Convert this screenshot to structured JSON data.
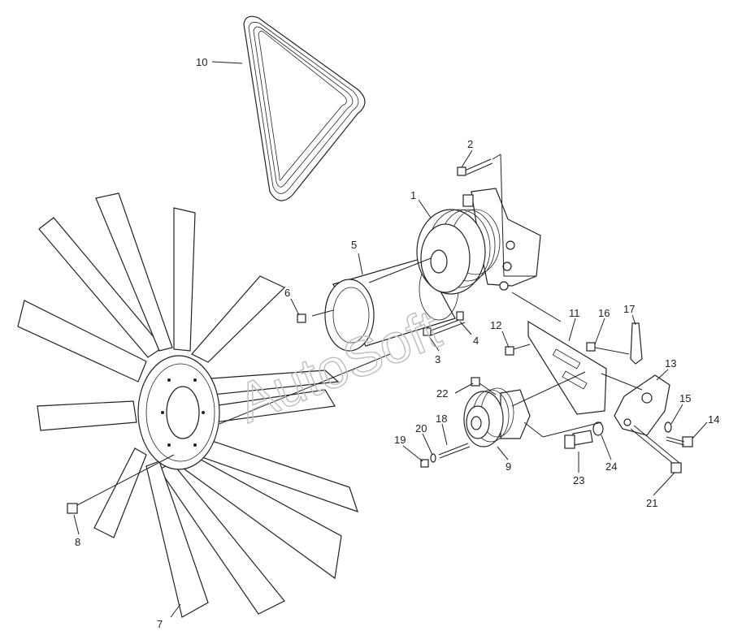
{
  "watermark": "AutoSoft",
  "callouts": [
    {
      "id": "c1",
      "label": "1"
    },
    {
      "id": "c2",
      "label": "2"
    },
    {
      "id": "c3",
      "label": "3"
    },
    {
      "id": "c4",
      "label": "4"
    },
    {
      "id": "c5",
      "label": "5"
    },
    {
      "id": "c6",
      "label": "6"
    },
    {
      "id": "c7",
      "label": "7"
    },
    {
      "id": "c8",
      "label": "8"
    },
    {
      "id": "c9",
      "label": "9"
    },
    {
      "id": "c10",
      "label": "10"
    },
    {
      "id": "c11",
      "label": "11"
    },
    {
      "id": "c12",
      "label": "12"
    },
    {
      "id": "c13",
      "label": "13"
    },
    {
      "id": "c14",
      "label": "14"
    },
    {
      "id": "c15",
      "label": "15"
    },
    {
      "id": "c16",
      "label": "16"
    },
    {
      "id": "c17",
      "label": "17"
    },
    {
      "id": "c18",
      "label": "18"
    },
    {
      "id": "c19",
      "label": "19"
    },
    {
      "id": "c20",
      "label": "20"
    },
    {
      "id": "c21",
      "label": "21"
    },
    {
      "id": "c22",
      "label": "22"
    },
    {
      "id": "c23",
      "label": "23"
    },
    {
      "id": "c24",
      "label": "24"
    }
  ]
}
